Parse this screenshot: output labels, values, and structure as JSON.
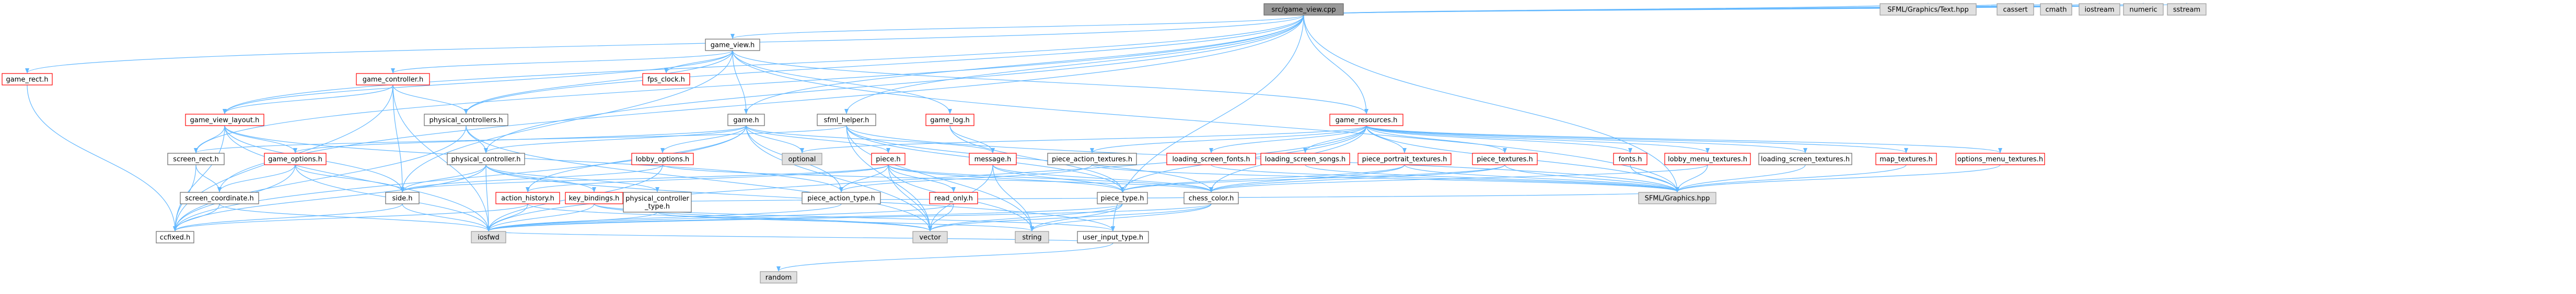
{
  "diagram": {
    "nodes": [
      {
        "id": "root",
        "label": "src/game_view.cpp",
        "kind": "root"
      },
      {
        "id": "game_rect",
        "label": "game_rect.h",
        "kind": "red"
      },
      {
        "id": "game_view",
        "label": "game_view.h",
        "kind": "black"
      },
      {
        "id": "game_controller",
        "label": "game_controller.h",
        "kind": "red"
      },
      {
        "id": "fps_clock",
        "label": "fps_clock.h",
        "kind": "red"
      },
      {
        "id": "game_log",
        "label": "game_log.h",
        "kind": "red"
      },
      {
        "id": "game_resources",
        "label": "game_resources.h",
        "kind": "red"
      },
      {
        "id": "game_view_layout",
        "label": "game_view_layout.h",
        "kind": "red"
      },
      {
        "id": "physical_controllers",
        "label": "physical_controllers.h",
        "kind": "black"
      },
      {
        "id": "game",
        "label": "game.h",
        "kind": "black"
      },
      {
        "id": "sfml_helper",
        "label": "sfml_helper.h",
        "kind": "black"
      },
      {
        "id": "screen_rect",
        "label": "screen_rect.h",
        "kind": "black"
      },
      {
        "id": "game_options",
        "label": "game_options.h",
        "kind": "red"
      },
      {
        "id": "physical_controller",
        "label": "physical_controller.h",
        "kind": "black"
      },
      {
        "id": "lobby_options",
        "label": "lobby_options.h",
        "kind": "red"
      },
      {
        "id": "optional",
        "label": "optional",
        "kind": "gray"
      },
      {
        "id": "piece",
        "label": "piece.h",
        "kind": "red"
      },
      {
        "id": "message",
        "label": "message.h",
        "kind": "red"
      },
      {
        "id": "piece_action_textures",
        "label": "piece_action_textures.h",
        "kind": "black"
      },
      {
        "id": "loading_screen_fonts",
        "label": "loading_screen_fonts.h",
        "kind": "red"
      },
      {
        "id": "loading_screen_songs",
        "label": "loading_screen_songs.h",
        "kind": "red"
      },
      {
        "id": "piece_portrait_textures",
        "label": "piece_portrait_textures.h",
        "kind": "red"
      },
      {
        "id": "piece_textures",
        "label": "piece_textures.h",
        "kind": "red"
      },
      {
        "id": "fonts",
        "label": "fonts.h",
        "kind": "red"
      },
      {
        "id": "lobby_menu_textures",
        "label": "lobby_menu_textures.h",
        "kind": "red"
      },
      {
        "id": "loading_screen_textures",
        "label": "loading_screen_textures.h",
        "kind": "black"
      },
      {
        "id": "map_textures",
        "label": "map_textures.h",
        "kind": "red"
      },
      {
        "id": "options_menu_textures",
        "label": "options_menu_textures.h",
        "kind": "red"
      },
      {
        "id": "screen_coordinate",
        "label": "screen_coordinate.h",
        "kind": "black"
      },
      {
        "id": "side",
        "label": "side.h",
        "kind": "black"
      },
      {
        "id": "action_history",
        "label": "action_history.h",
        "kind": "red"
      },
      {
        "id": "key_bindings",
        "label": "key_bindings.h",
        "kind": "red"
      },
      {
        "id": "physical_controller_type",
        "label": "physical_controller\n_type.h",
        "kind": "black"
      },
      {
        "id": "piece_action_type",
        "label": "piece_action_type.h",
        "kind": "black"
      },
      {
        "id": "read_only",
        "label": "read_only.h",
        "kind": "red"
      },
      {
        "id": "piece_type",
        "label": "piece_type.h",
        "kind": "black"
      },
      {
        "id": "chess_color",
        "label": "chess_color.h",
        "kind": "black"
      },
      {
        "id": "sfml_graphics",
        "label": "SFML/Graphics.hpp",
        "kind": "gray"
      },
      {
        "id": "ccfixed",
        "label": "ccfixed.h",
        "kind": "black"
      },
      {
        "id": "iosfwd",
        "label": "iosfwd",
        "kind": "gray"
      },
      {
        "id": "vector",
        "label": "vector",
        "kind": "gray"
      },
      {
        "id": "string",
        "label": "string",
        "kind": "gray"
      },
      {
        "id": "user_input_type",
        "label": "user_input_type.h",
        "kind": "black"
      },
      {
        "id": "random",
        "label": "random",
        "kind": "gray"
      },
      {
        "id": "sfml_text",
        "label": "SFML/Graphics/Text.hpp",
        "kind": "gray"
      },
      {
        "id": "cassert",
        "label": "cassert",
        "kind": "gray"
      },
      {
        "id": "cmath",
        "label": "cmath",
        "kind": "gray"
      },
      {
        "id": "iostream",
        "label": "iostream",
        "kind": "gray"
      },
      {
        "id": "numeric",
        "label": "numeric",
        "kind": "gray"
      },
      {
        "id": "sstream",
        "label": "sstream",
        "kind": "gray"
      }
    ],
    "edges": [
      [
        "root",
        "game_rect"
      ],
      [
        "root",
        "game_view"
      ],
      [
        "root",
        "game_resources"
      ],
      [
        "root",
        "game_view_layout"
      ],
      [
        "root",
        "game"
      ],
      [
        "root",
        "physical_controllers"
      ],
      [
        "root",
        "screen_coordinate"
      ],
      [
        "root",
        "screen_rect"
      ],
      [
        "root",
        "sfml_helper"
      ],
      [
        "root",
        "sfml_graphics"
      ],
      [
        "root",
        "sfml_text"
      ],
      [
        "root",
        "cassert"
      ],
      [
        "root",
        "cmath"
      ],
      [
        "root",
        "iostream"
      ],
      [
        "root",
        "numeric"
      ],
      [
        "root",
        "sstream"
      ],
      [
        "root",
        "user_input_type"
      ],
      [
        "root",
        "physical_controller"
      ],
      [
        "game_rect",
        "ccfixed"
      ],
      [
        "game_view",
        "game_controller"
      ],
      [
        "game_view",
        "fps_clock"
      ],
      [
        "game_view",
        "game"
      ],
      [
        "game_view",
        "game_log"
      ],
      [
        "game_view",
        "game_resources"
      ],
      [
        "game_view",
        "physical_controllers"
      ],
      [
        "game_view",
        "game_view_layout"
      ],
      [
        "game_view",
        "sfml_graphics"
      ],
      [
        "game_view",
        "side"
      ],
      [
        "game_controller",
        "game_view_layout"
      ],
      [
        "game_controller",
        "physical_controllers"
      ],
      [
        "game_controller",
        "side"
      ],
      [
        "game_controller",
        "ccfixed"
      ],
      [
        "game_controller",
        "iosfwd"
      ],
      [
        "game_log",
        "message"
      ],
      [
        "game_log",
        "piece_type"
      ],
      [
        "game_view_layout",
        "screen_rect"
      ],
      [
        "game_view_layout",
        "game_options"
      ],
      [
        "game_view_layout",
        "side"
      ],
      [
        "game_view_layout",
        "ccfixed"
      ],
      [
        "game_view_layout",
        "iosfwd"
      ],
      [
        "game_view_layout",
        "piece_action_type"
      ],
      [
        "physical_controllers",
        "physical_controller"
      ],
      [
        "physical_controllers",
        "ccfixed"
      ],
      [
        "physical_controllers",
        "vector"
      ],
      [
        "game",
        "game_options"
      ],
      [
        "game",
        "lobby_options"
      ],
      [
        "game",
        "optional"
      ],
      [
        "game",
        "piece"
      ],
      [
        "game",
        "message"
      ],
      [
        "game",
        "action_history"
      ],
      [
        "game",
        "physical_controller"
      ],
      [
        "game",
        "vector"
      ],
      [
        "game",
        "ccfixed"
      ],
      [
        "game",
        "piece_action_type"
      ],
      [
        "sfml_helper",
        "sfml_graphics"
      ],
      [
        "sfml_helper",
        "chess_color"
      ],
      [
        "sfml_helper",
        "piece_type"
      ],
      [
        "sfml_helper",
        "screen_rect"
      ],
      [
        "sfml_helper",
        "vector"
      ],
      [
        "sfml_helper",
        "string"
      ],
      [
        "screen_rect",
        "screen_coordinate"
      ],
      [
        "screen_rect",
        "ccfixed"
      ],
      [
        "screen_coordinate",
        "ccfixed"
      ],
      [
        "screen_coordinate",
        "iosfwd"
      ],
      [
        "game_options",
        "side"
      ],
      [
        "game_options",
        "screen_coordinate"
      ],
      [
        "game_options",
        "iosfwd"
      ],
      [
        "game_options",
        "ccfixed"
      ],
      [
        "physical_controller",
        "side"
      ],
      [
        "physical_controller",
        "key_bindings"
      ],
      [
        "physical_controller",
        "physical_controller_type"
      ],
      [
        "physical_controller",
        "user_input_type"
      ],
      [
        "physical_controller",
        "iosfwd"
      ],
      [
        "physical_controller",
        "ccfixed"
      ],
      [
        "lobby_options",
        "chess_color"
      ],
      [
        "lobby_options",
        "side"
      ],
      [
        "lobby_options",
        "iosfwd"
      ],
      [
        "piece",
        "chess_color"
      ],
      [
        "piece",
        "piece_action_type"
      ],
      [
        "piece",
        "piece_type"
      ],
      [
        "piece",
        "read_only"
      ],
      [
        "piece",
        "action_history"
      ],
      [
        "piece",
        "side"
      ],
      [
        "piece",
        "vector"
      ],
      [
        "piece",
        "string"
      ],
      [
        "message",
        "chess_color"
      ],
      [
        "message",
        "piece_type"
      ],
      [
        "message",
        "string"
      ],
      [
        "message",
        "vector"
      ],
      [
        "piece_action_textures",
        "sfml_graphics"
      ],
      [
        "piece_action_textures",
        "piece_action_type"
      ],
      [
        "game_resources",
        "fonts"
      ],
      [
        "game_resources",
        "lobby_menu_textures"
      ],
      [
        "game_resources",
        "loading_screen_fonts"
      ],
      [
        "game_resources",
        "loading_screen_songs"
      ],
      [
        "game_resources",
        "loading_screen_textures"
      ],
      [
        "game_resources",
        "map_textures"
      ],
      [
        "game_resources",
        "options_menu_textures"
      ],
      [
        "game_resources",
        "piece_action_textures"
      ],
      [
        "game_resources",
        "piece_portrait_textures"
      ],
      [
        "game_resources",
        "piece_textures"
      ],
      [
        "game_resources",
        "optional"
      ],
      [
        "game_resources",
        "sfml_graphics"
      ],
      [
        "game_resources",
        "chess_color"
      ],
      [
        "game_resources",
        "piece_type"
      ],
      [
        "game_resources",
        "iosfwd"
      ],
      [
        "loading_screen_fonts",
        "sfml_graphics"
      ],
      [
        "loading_screen_songs",
        "sfml_graphics"
      ],
      [
        "piece_portrait_textures",
        "sfml_graphics"
      ],
      [
        "piece_portrait_textures",
        "chess_color"
      ],
      [
        "piece_portrait_textures",
        "piece_type"
      ],
      [
        "piece_textures",
        "sfml_graphics"
      ],
      [
        "piece_textures",
        "chess_color"
      ],
      [
        "piece_textures",
        "piece_type"
      ],
      [
        "fonts",
        "sfml_graphics"
      ],
      [
        "lobby_menu_textures",
        "sfml_graphics"
      ],
      [
        "lobby_menu_textures",
        "chess_color"
      ],
      [
        "loading_screen_textures",
        "sfml_graphics"
      ],
      [
        "map_textures",
        "sfml_graphics"
      ],
      [
        "options_menu_textures",
        "sfml_graphics"
      ],
      [
        "side",
        "ccfixed"
      ],
      [
        "side",
        "iosfwd"
      ],
      [
        "action_history",
        "iosfwd"
      ],
      [
        "action_history",
        "vector"
      ],
      [
        "action_history",
        "ccfixed"
      ],
      [
        "key_bindings",
        "user_input_type"
      ],
      [
        "key_bindings",
        "iosfwd"
      ],
      [
        "key_bindings",
        "vector"
      ],
      [
        "key_bindings",
        "sfml_graphics"
      ],
      [
        "physical_controller_type",
        "iosfwd"
      ],
      [
        "physical_controller_type",
        "string"
      ],
      [
        "piece_action_type",
        "iosfwd"
      ],
      [
        "read_only",
        "vector"
      ],
      [
        "read_only",
        "iosfwd"
      ],
      [
        "piece_type",
        "iosfwd"
      ],
      [
        "piece_type",
        "string"
      ],
      [
        "piece_type",
        "vector"
      ],
      [
        "chess_color",
        "iosfwd"
      ],
      [
        "chess_color",
        "string"
      ],
      [
        "chess_color",
        "vector"
      ],
      [
        "user_input_type",
        "random"
      ],
      [
        "user_input_type",
        "iosfwd"
      ]
    ]
  }
}
